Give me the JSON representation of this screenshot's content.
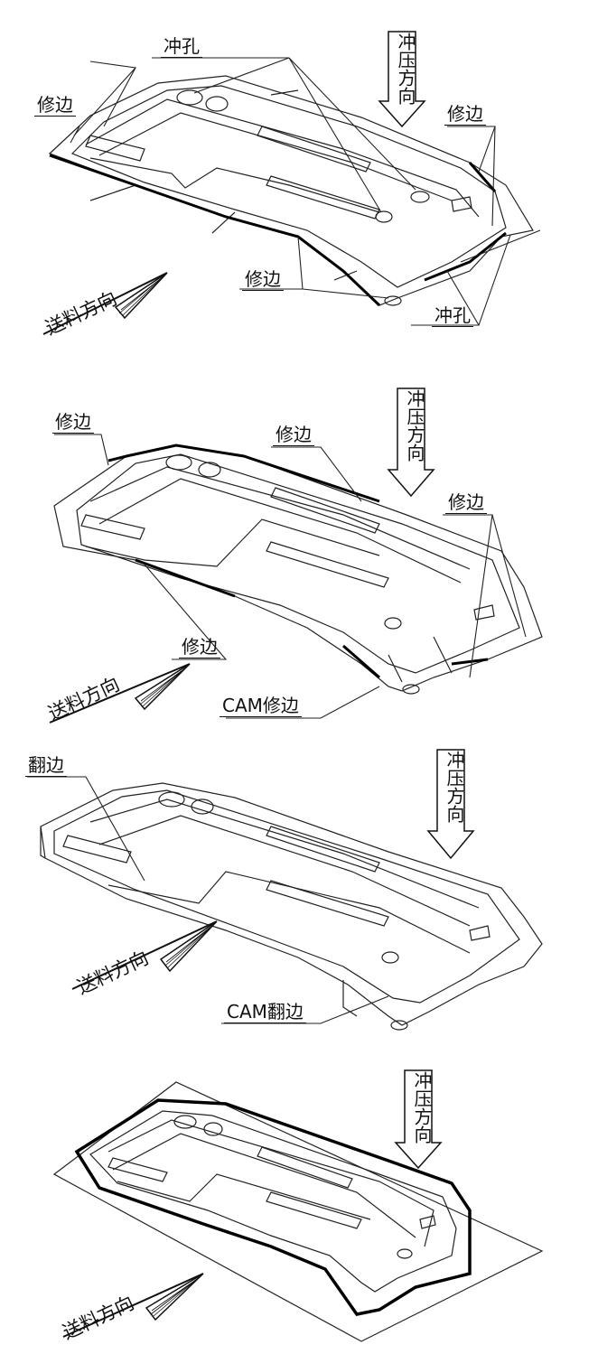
{
  "panels": [
    {
      "stamping_direction": "冲压方向",
      "feed_direction": "送料方向",
      "callouts": {
        "pierce_top": "冲孔",
        "trim_left": "修边",
        "trim_right": "修边",
        "trim_bottom": "修边",
        "pierce_bottom": "冲孔"
      }
    },
    {
      "stamping_direction": "冲压方向",
      "feed_direction": "送料方向",
      "callouts": {
        "trim_left": "修边",
        "trim_top": "修边",
        "trim_right": "修边",
        "trim_bottom": "修边",
        "cam_trim": "CAM修边"
      }
    },
    {
      "stamping_direction": "冲压方向",
      "feed_direction": "送料方向",
      "callouts": {
        "flange": "翻边",
        "cam_flange": "CAM翻边"
      }
    },
    {
      "stamping_direction": "冲压方向",
      "feed_direction": "送料方向"
    }
  ]
}
